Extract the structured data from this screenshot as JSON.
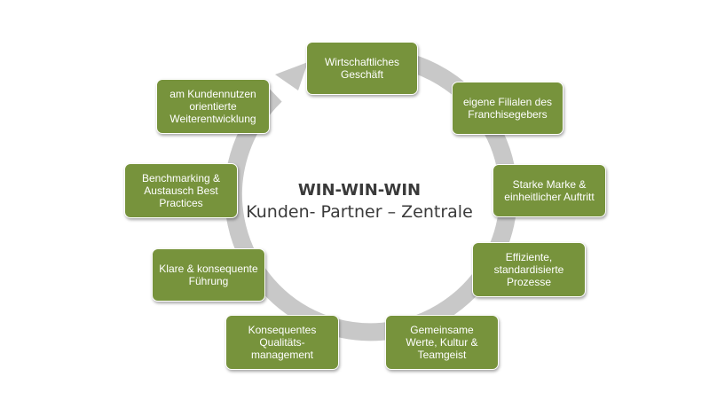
{
  "center": {
    "title": "WIN-WIN-WIN",
    "subtitle": "Kunden- Partner – Zentrale"
  },
  "colors": {
    "node_fill": "#77933c",
    "node_border": "#ffffff",
    "ring": "#c8c8c8",
    "text": "#3a3a3a"
  },
  "nodes": [
    {
      "label": "Wirtschaftliches\nGeschäft"
    },
    {
      "label": "eigene Filialen des\nFranchisegebers"
    },
    {
      "label": "Starke Marke &\neinheitlicher Auftritt"
    },
    {
      "label": "Effiziente,\nstandardisierte\nProzesse"
    },
    {
      "label": "Gemeinsame\nWerte, Kultur &\nTeamgeist"
    },
    {
      "label": "Konsequentes\nQualitäts-\nmanagement"
    },
    {
      "label": "Klare & konsequente\nFührung"
    },
    {
      "label": "Benchmarking &\nAustausch Best\nPractices"
    },
    {
      "label": "am Kundennutzen\norientierte\nWeiterentwicklung"
    }
  ]
}
